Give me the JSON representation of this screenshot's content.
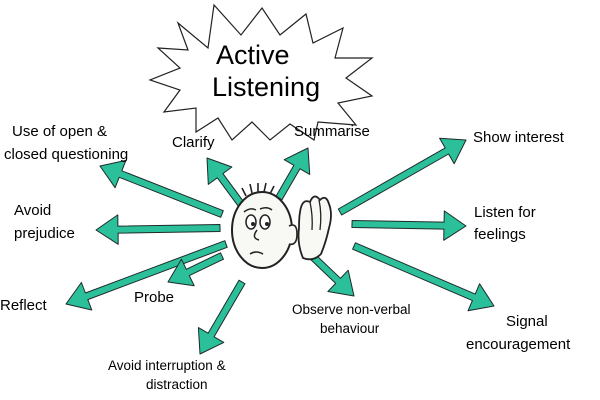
{
  "title": {
    "line1": "Active",
    "line2": "Listening"
  },
  "labels": {
    "open_closed": {
      "line1": "Use of open &",
      "line2": "closed questioning"
    },
    "clarify": "Clarify",
    "summarise": "Summarise",
    "show_interest": "Show interest",
    "avoid_prejudice": {
      "line1": "Avoid",
      "line2": "prejudice"
    },
    "listen_feelings": {
      "line1": "Listen for",
      "line2": "feelings"
    },
    "reflect": "Reflect",
    "probe": "Probe",
    "observe": {
      "line1": "Observe non-verbal",
      "line2": "behaviour"
    },
    "signal": {
      "line1": "Signal",
      "line2": "encouragement"
    },
    "avoid_interruption": {
      "line1": "Avoid interruption &",
      "line2": "distraction"
    }
  },
  "icons": {
    "center": "listening-face-icon",
    "title_shape": "starburst-shape"
  },
  "colors": {
    "arrow": "#2bc09a",
    "arrow_outline": "#1f2a2a",
    "face": "#f8f8f5"
  }
}
